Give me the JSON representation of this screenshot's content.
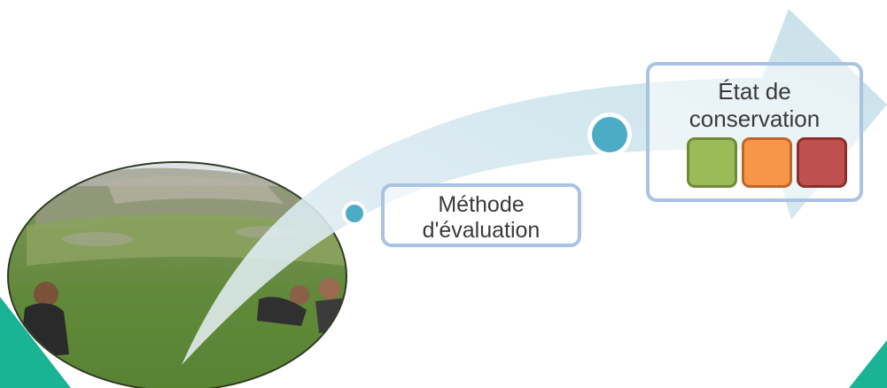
{
  "steps": {
    "method": {
      "line1": "Méthode",
      "line2": "d'évaluation"
    },
    "state": {
      "line1": "État de",
      "line2": "conservation"
    }
  },
  "status_colors": [
    {
      "name": "green-status-square",
      "fill": "#9bbb59",
      "border": "#6f8b35"
    },
    {
      "name": "orange-status-square",
      "fill": "#f79646",
      "border": "#c0652a"
    },
    {
      "name": "red-status-square",
      "fill": "#c0504d",
      "border": "#8c2f2c"
    }
  ],
  "colors": {
    "arrow": "#c5dfe9",
    "dot_fill": "#4bacc6",
    "dot_ring": "#ffffff",
    "box_border": "#a9c3e2",
    "accent_corner": "#1ab394"
  },
  "icons": {
    "photo": "field-survey-photo",
    "arrow": "curved-arrow",
    "dots": "milestone-dot"
  }
}
